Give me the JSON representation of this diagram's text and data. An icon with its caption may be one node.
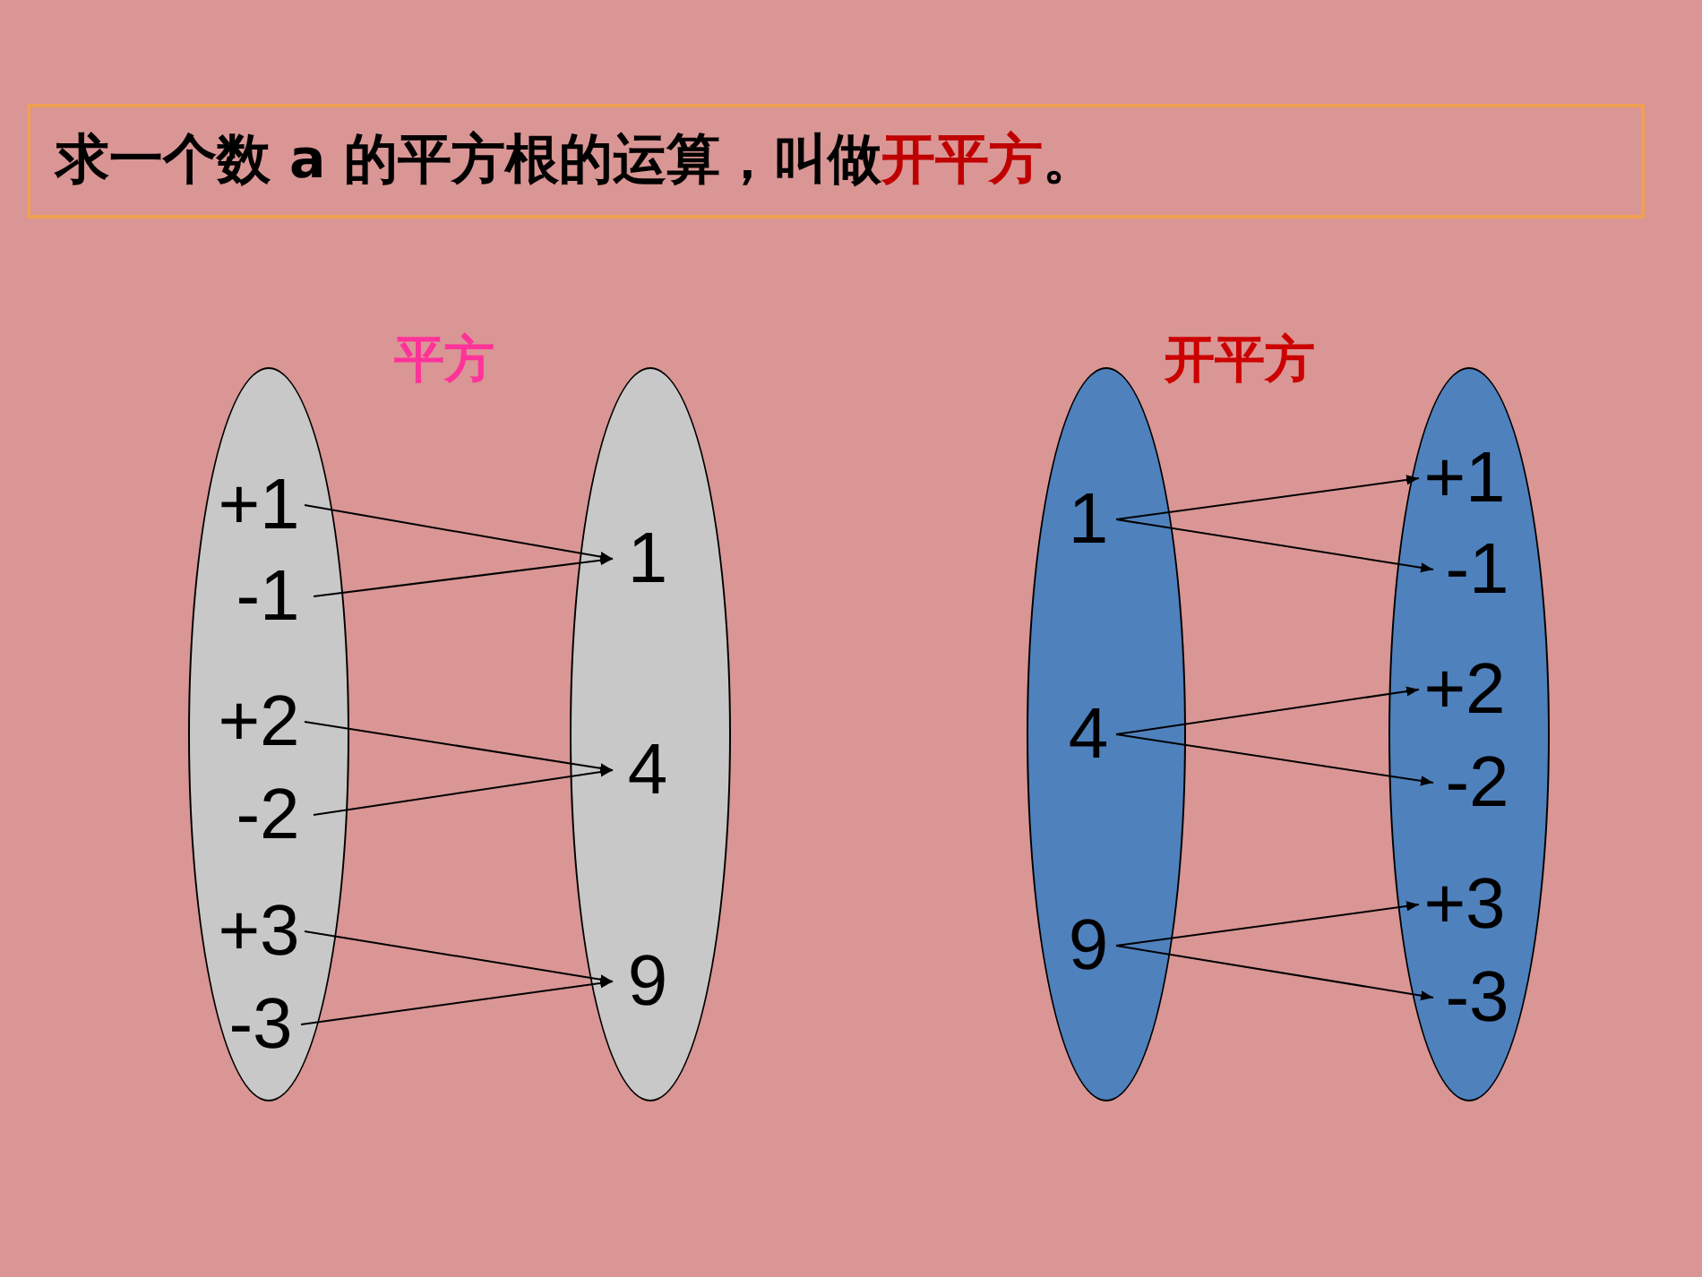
{
  "diagram": {
    "title": "求一个数 a 的平方根的运算，叫做**开平方**。",
    "nodes": [
      {
        "text": [],
        "shape": "ellipse"
      },
      {
        "text": [
          "+1"
        ],
        "in": 0
      },
      {
        "text": [
          "-1"
        ],
        "in": 0
      },
      {
        "text": [
          "+2"
        ],
        "in": 0
      },
      {
        "text": [
          "-2"
        ],
        "in": 0
      },
      {
        "text": [
          "+3"
        ],
        "in": 0
      },
      {
        "text": [
          "-3"
        ],
        "in": 0
      },
      {
        "text": [],
        "shape": "ellipse"
      },
      {
        "text": [
          "1"
        ],
        "in": 7
      },
      {
        "text": [
          "4"
        ],
        "in": 7
      },
      {
        "text": [
          "9"
        ],
        "in": 7
      },
      {
        "text": [],
        "shape": "ellipse"
      },
      {
        "text": [
          "1"
        ],
        "in": 11
      },
      {
        "text": [
          "4"
        ],
        "in": 11
      },
      {
        "text": [
          "9"
        ],
        "in": 11
      },
      {
        "text": [],
        "shape": "ellipse"
      },
      {
        "text": [
          "+1"
        ],
        "in": 15
      },
      {
        "text": [
          "-1"
        ],
        "in": 15
      },
      {
        "text": [
          "+2"
        ],
        "in": 15
      },
      {
        "text": [
          "-2"
        ],
        "in": 15
      },
      {
        "text": [
          "+3"
        ],
        "in": 15
      },
      {
        "text": [
          "-3"
        ],
        "in": 15
      }
    ],
    "edges": [
      {
        "from": 1,
        "to": 8,
        "arrow": "to"
      },
      {
        "from": 2,
        "to": 8,
        "arrow": "to"
      },
      {
        "from": 3,
        "to": 9,
        "arrow": "to"
      },
      {
        "from": 4,
        "to": 9,
        "arrow": "to"
      },
      {
        "from": 5,
        "to": 10,
        "arrow": "to"
      },
      {
        "from": 6,
        "to": 10,
        "arrow": "to"
      },
      {
        "from": 12,
        "to": 16,
        "arrow": "to"
      },
      {
        "from": 12,
        "to": 17,
        "arrow": "to"
      },
      {
        "from": 13,
        "to": 18,
        "arrow": "to"
      },
      {
        "from": 13,
        "to": 19,
        "arrow": "to"
      },
      {
        "from": 14,
        "to": 20,
        "arrow": "to"
      },
      {
        "from": 14,
        "to": 21,
        "arrow": "to"
      }
    ],
    "labels": [
      "平方",
      "开平方"
    ]
  }
}
